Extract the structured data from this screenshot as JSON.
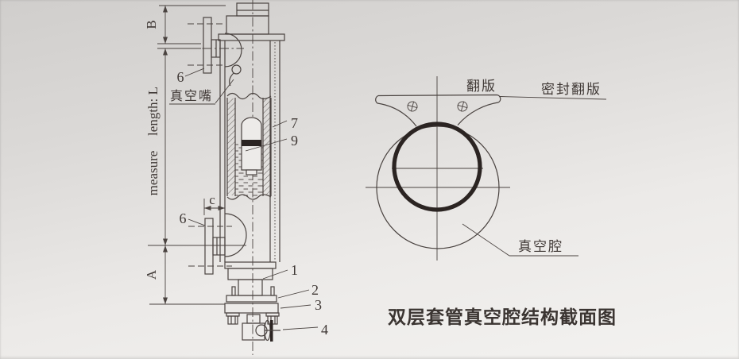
{
  "colors": {
    "line": "#4a4340",
    "dark": "#2b2422",
    "background_top": "#d0cecc",
    "background_bottom": "#f3f2f0"
  },
  "side_view": {
    "dim_b": "B",
    "dim_length": "length: L",
    "dim_measure": "measure",
    "dim_a": "A",
    "dim_c": "c",
    "label_flange_top": "6",
    "label_flange_bottom": "6",
    "label_vacuum_nozzle": "真空嘴",
    "label_outer_tube": "7",
    "label_float": "9",
    "label_body": "1",
    "label_flange_plate": "2",
    "label_base_plate": "3",
    "label_drain_valve": "4"
  },
  "section_view": {
    "label_flap": "翻版",
    "label_sealed_flap": "密封翻版",
    "label_vacuum_chamber": "真空腔"
  },
  "caption": "双层套管真空腔结构截面图"
}
